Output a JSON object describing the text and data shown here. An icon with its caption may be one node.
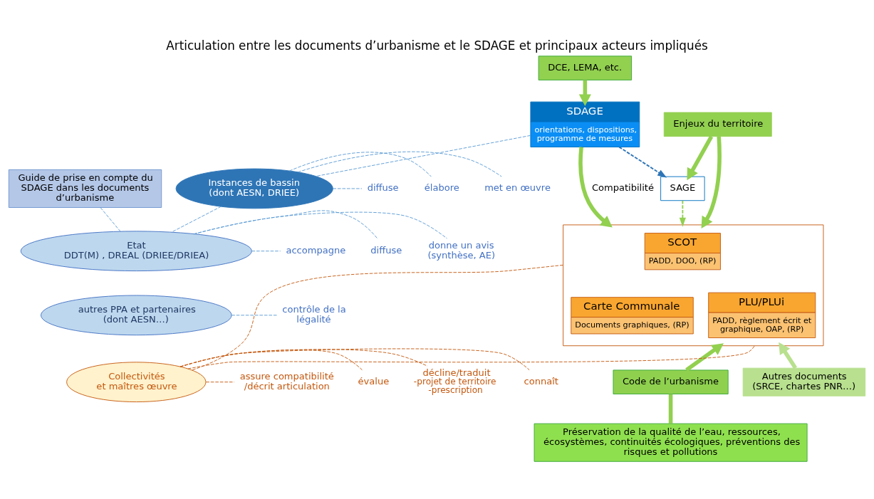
{
  "diagram": {
    "title": "Articulation entre les documents d’urbanisme et le SDAGE et principaux acteurs impliqués",
    "nodes": [
      {
        "text": [
          "DCE, LEMA, etc."
        ]
      },
      {
        "text": [
          "SDAGE",
          "orientations, dispositions, programme de mesures"
        ]
      },
      {
        "text": [
          "Guide de prise en compte du SDAGE dans les documents d’urbanisme"
        ]
      },
      {
        "text": [
          "SAGE"
        ]
      },
      {
        "text": [
          "Enjeux du territoire"
        ]
      },
      {
        "text": [],
        "shape": "box"
      },
      {
        "text": [
          "SCOT",
          "PADD, DOO, (RP)"
        ],
        "in": 5
      },
      {
        "text": [
          "Carte Communale",
          "Documents graphiques, (RP)"
        ],
        "in": 5
      },
      {
        "text": [
          "PLU/PLUi",
          "PADD, règlement écrit et graphique, OAP, (RP)"
        ],
        "in": 5
      },
      {
        "text": [
          "Code de l’urbanisme"
        ]
      },
      {
        "text": [
          "Autres documents (SRCE, chartes PNR…)"
        ]
      },
      {
        "text": [
          "Préservation de la qualité de l’eau, ressources, écosystèmes, continuités écologiques, préventions des risques et pollutions"
        ]
      },
      {
        "text": [
          "Instances de bassin",
          "(dont AESN, DRIEE)"
        ]
      },
      {
        "text": [
          "Etat",
          "DDT(M) , DREAL (DRIEE/DRIEA)"
        ]
      },
      {
        "text": [
          "autres PPA et partenaires (dont AESN…)"
        ]
      },
      {
        "text": [
          "Collectivités",
          "et maîtres œuvre"
        ]
      },
      {
        "text": [
          "élabore"
        ]
      },
      {
        "text": [
          "diffuse"
        ]
      },
      {
        "text": [
          "met en œuvre"
        ]
      },
      {
        "text": [
          "diffuse"
        ]
      },
      {
        "text": [
          "accompagne"
        ]
      },
      {
        "text": [
          "donne un avis (synthèse, AE)"
        ]
      },
      {
        "text": [
          "contrôle de la légalité"
        ]
      },
      {
        "text": [
          "connaît"
        ]
      },
      {
        "text": [
          "décline/traduit"
        ],
        "beside": [
          "-projet de territoire",
          "-prescription"
        ]
      },
      {
        "text": [
          "évalue"
        ]
      },
      {
        "text": [
          "assure compatibilité /décrit articulation"
        ]
      }
    ],
    "edges": [
      {
        "from": 0,
        "to": 1,
        "arrow": "to",
        "style": "thick",
        "color": "#92d050"
      },
      {
        "from": 1,
        "to": 5,
        "arrow": "to",
        "label": "Compatibilité",
        "style": "thick",
        "color": "#92d050"
      },
      {
        "from": 1,
        "to": 3,
        "arrow": "to",
        "style": "dashed",
        "color": "#2e75b6"
      },
      {
        "from": 3,
        "to": 5,
        "arrow": "to",
        "style": "dashed",
        "color": "#92d050"
      },
      {
        "from": 4,
        "to": 3,
        "arrow": "to",
        "style": "thick",
        "color": "#92d050"
      },
      {
        "from": 4,
        "to": 5,
        "arrow": "to",
        "style": "thick",
        "color": "#92d050"
      },
      {
        "from": 9,
        "to": 11,
        "arrow": "none",
        "style": "thick",
        "color": "#92d050"
      },
      {
        "from": 9,
        "to": 5,
        "arrow": "to",
        "style": "thick",
        "color": "#92d050"
      },
      {
        "from": 10,
        "to": 5,
        "arrow": "to",
        "style": "thick",
        "color": "#b8e08e"
      },
      {
        "from": 1,
        "to": 12,
        "arrow": "none",
        "style": "dashed",
        "color": "#5b9bd5"
      },
      {
        "from": 12,
        "to": 13,
        "arrow": "none",
        "style": "dashed",
        "color": "#5b9bd5"
      },
      {
        "from": 2,
        "to": 13,
        "arrow": "none",
        "style": "dashed",
        "color": "#5b9bd5"
      },
      {
        "from": 5,
        "to": 15,
        "arrow": "none",
        "style": "dashed",
        "color": "#c55a11"
      },
      {
        "from": 15,
        "to": 5,
        "arrow": "none",
        "style": "dashed",
        "color": "#c55a11"
      },
      {
        "from": 12,
        "to": 16,
        "arrow": "none",
        "style": "dashed",
        "color": "#5b9bd5"
      },
      {
        "from": 12,
        "to": 17,
        "arrow": "none",
        "style": "dashed",
        "color": "#5b9bd5"
      },
      {
        "from": 12,
        "to": 18,
        "arrow": "none",
        "style": "dashed",
        "color": "#5b9bd5"
      },
      {
        "from": 13,
        "to": 19,
        "arrow": "none",
        "style": "dashed",
        "color": "#5b9bd5"
      },
      {
        "from": 13,
        "to": 20,
        "arrow": "none",
        "style": "dashed",
        "color": "#5b9bd5"
      },
      {
        "from": 13,
        "to": 21,
        "arrow": "none",
        "style": "dashed",
        "color": "#5b9bd5"
      },
      {
        "from": 14,
        "to": 22,
        "arrow": "none",
        "style": "dashed",
        "color": "#5b9bd5"
      },
      {
        "from": 15,
        "to": 23,
        "arrow": "none",
        "style": "dashed",
        "color": "#c55a11"
      },
      {
        "from": 15,
        "to": 24,
        "arrow": "none",
        "style": "dashed",
        "color": "#c55a11"
      },
      {
        "from": 15,
        "to": 25,
        "arrow": "none",
        "style": "dashed",
        "color": "#c55a11"
      },
      {
        "from": 15,
        "to": 26,
        "arrow": "none",
        "style": "dashed",
        "color": "#c55a11"
      }
    ]
  }
}
